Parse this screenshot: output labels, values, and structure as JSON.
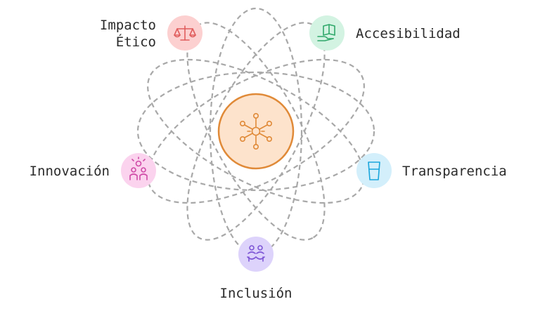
{
  "center": {
    "icon": "network-hub-icon",
    "fill": "#fde3cc",
    "stroke": "#e08a38"
  },
  "nodes": [
    {
      "id": "impacto-etico",
      "lines": [
        "Impacto",
        "Ético"
      ],
      "icon": "scales-icon",
      "fill": "#fcd0d0",
      "color": "#e05d5d"
    },
    {
      "id": "accesibilidad",
      "lines": [
        "Accesibilidad"
      ],
      "icon": "hand-book-icon",
      "fill": "#d3f3e2",
      "color": "#2fa86a"
    },
    {
      "id": "innovacion",
      "lines": [
        "Innovación"
      ],
      "icon": "people-idea-icon",
      "fill": "#fbd3ee",
      "color": "#d04aa7"
    },
    {
      "id": "transparencia",
      "lines": [
        "Transparencia"
      ],
      "icon": "glass-icon",
      "fill": "#d3effb",
      "color": "#1aa6dc"
    },
    {
      "id": "inclusion",
      "lines": [
        "Inclusión"
      ],
      "icon": "group-hug-icon",
      "fill": "#ddd3fb",
      "color": "#7e57d6"
    }
  ],
  "orbit_color": "#a8a8a8"
}
